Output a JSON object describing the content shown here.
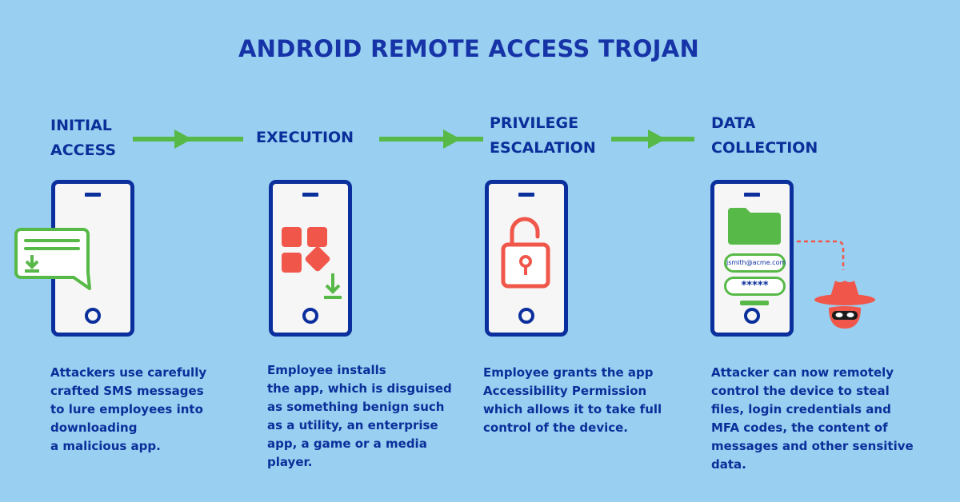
{
  "title": "ANDROID REMOTE ACCESS TROJAN",
  "steps": [
    {
      "title_lines": [
        "INITIAL",
        "ACCESS"
      ],
      "description_lines": [
        "Attackers use carefully",
        "crafted SMS messages",
        "to lure employees into",
        "downloading",
        "a malicious app."
      ],
      "icon": "sms-download-icon"
    },
    {
      "title_lines": [
        "EXECUTION"
      ],
      "description_lines": [
        "Employee installs",
        "the app, which is disguised",
        "as something benign such",
        "as a utility, an enterprise",
        "app, a game or a media",
        "player."
      ],
      "icon": "app-install-icon"
    },
    {
      "title_lines": [
        "PRIVILEGE",
        "ESCALATION"
      ],
      "description_lines": [
        "Employee grants the app",
        "Accessibility Permission",
        "which allows it to take full",
        "control of the device."
      ],
      "icon": "unlocked-padlock-icon"
    },
    {
      "title_lines": [
        "DATA",
        "COLLECTION"
      ],
      "description_lines": [
        "Attacker can now remotely",
        "control the device to steal",
        "files, login credentials and",
        "MFA codes, the content of",
        "messages and other sensitive",
        "data."
      ],
      "icon": "hacker-icon",
      "login_email": "jsmith@acme.com",
      "login_password": "*****"
    }
  ],
  "colors": {
    "background": "#99cff0",
    "text": "#0a2f9a",
    "arrow": "#57b947",
    "phone_outline": "#0b2f9c",
    "accent_red": "#f0574a",
    "accent_green": "#57b947"
  }
}
